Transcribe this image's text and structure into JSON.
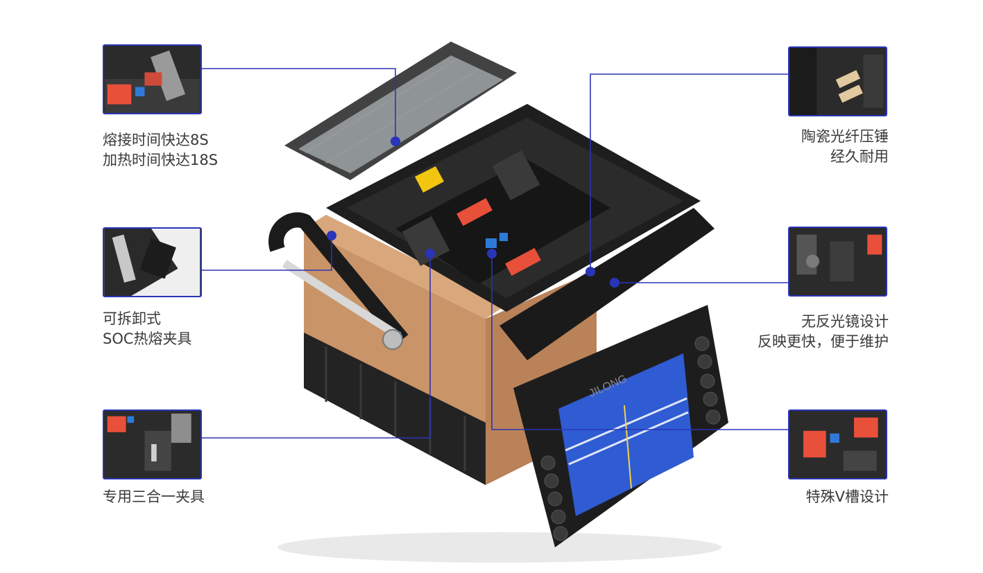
{
  "colors": {
    "accent": "#2a34b8",
    "body_copper": "#c99468",
    "body_dark": "#1c1c1c",
    "clamp_red": "#e8503a",
    "screen_blue": "#2f5bd3"
  },
  "device": {
    "brand": "JILONG"
  },
  "features": [
    {
      "id": "fusion-time",
      "lines": [
        "熔接时间快达8S",
        "加热时间快达18S"
      ]
    },
    {
      "id": "detachable-heater",
      "lines": [
        "可拆卸式",
        "SOC热熔夹具"
      ]
    },
    {
      "id": "three-in-one-fixture",
      "lines": [
        "专用三合一夹具"
      ]
    },
    {
      "id": "ceramic-hammer",
      "lines": [
        "陶瓷光纤压锤",
        "经久耐用"
      ]
    },
    {
      "id": "anti-reflection-mirror",
      "lines": [
        "无反光镜设计",
        "反映更快，便于维护"
      ]
    },
    {
      "id": "special-v-groove",
      "lines": [
        "特殊V槽设计"
      ]
    }
  ]
}
